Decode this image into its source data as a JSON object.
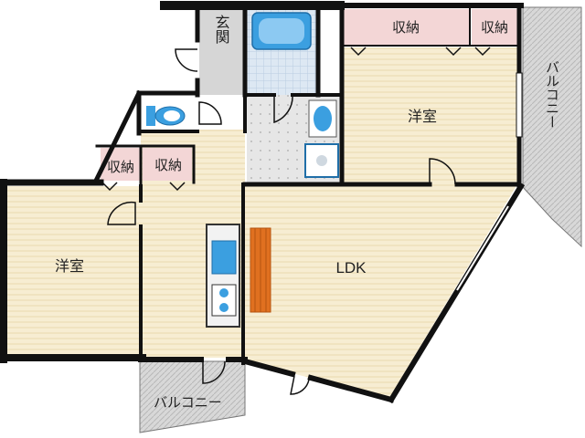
{
  "rooms": {
    "western_room_ne": "洋室",
    "western_room_w": "洋室",
    "ldk": "LDK",
    "entrance": "玄関",
    "balcony_east": "バルコニー",
    "balcony_south": "バルコニー"
  },
  "closets": {
    "ne_1": "収納",
    "ne_2": "収納",
    "mid_1": "収納",
    "mid_2": "収納"
  },
  "colors": {
    "wall": "#111111",
    "wood_floor": "#f7edd2",
    "wood_lines": "#ead9ad",
    "closet": "#f3d6d6",
    "balcony": "#d8d8d8",
    "entrance": "#d6d6d6",
    "tile": "#e6e6e6",
    "fixture_blue": "#3b9fe0",
    "counter": "#e07020"
  },
  "icons": {
    "bathtub": "bathtub-icon",
    "toilet": "toilet-icon",
    "washbasin": "washbasin-icon",
    "washer": "washing-machine-icon",
    "sink": "kitchen-sink-icon",
    "stove": "stove-icon"
  }
}
